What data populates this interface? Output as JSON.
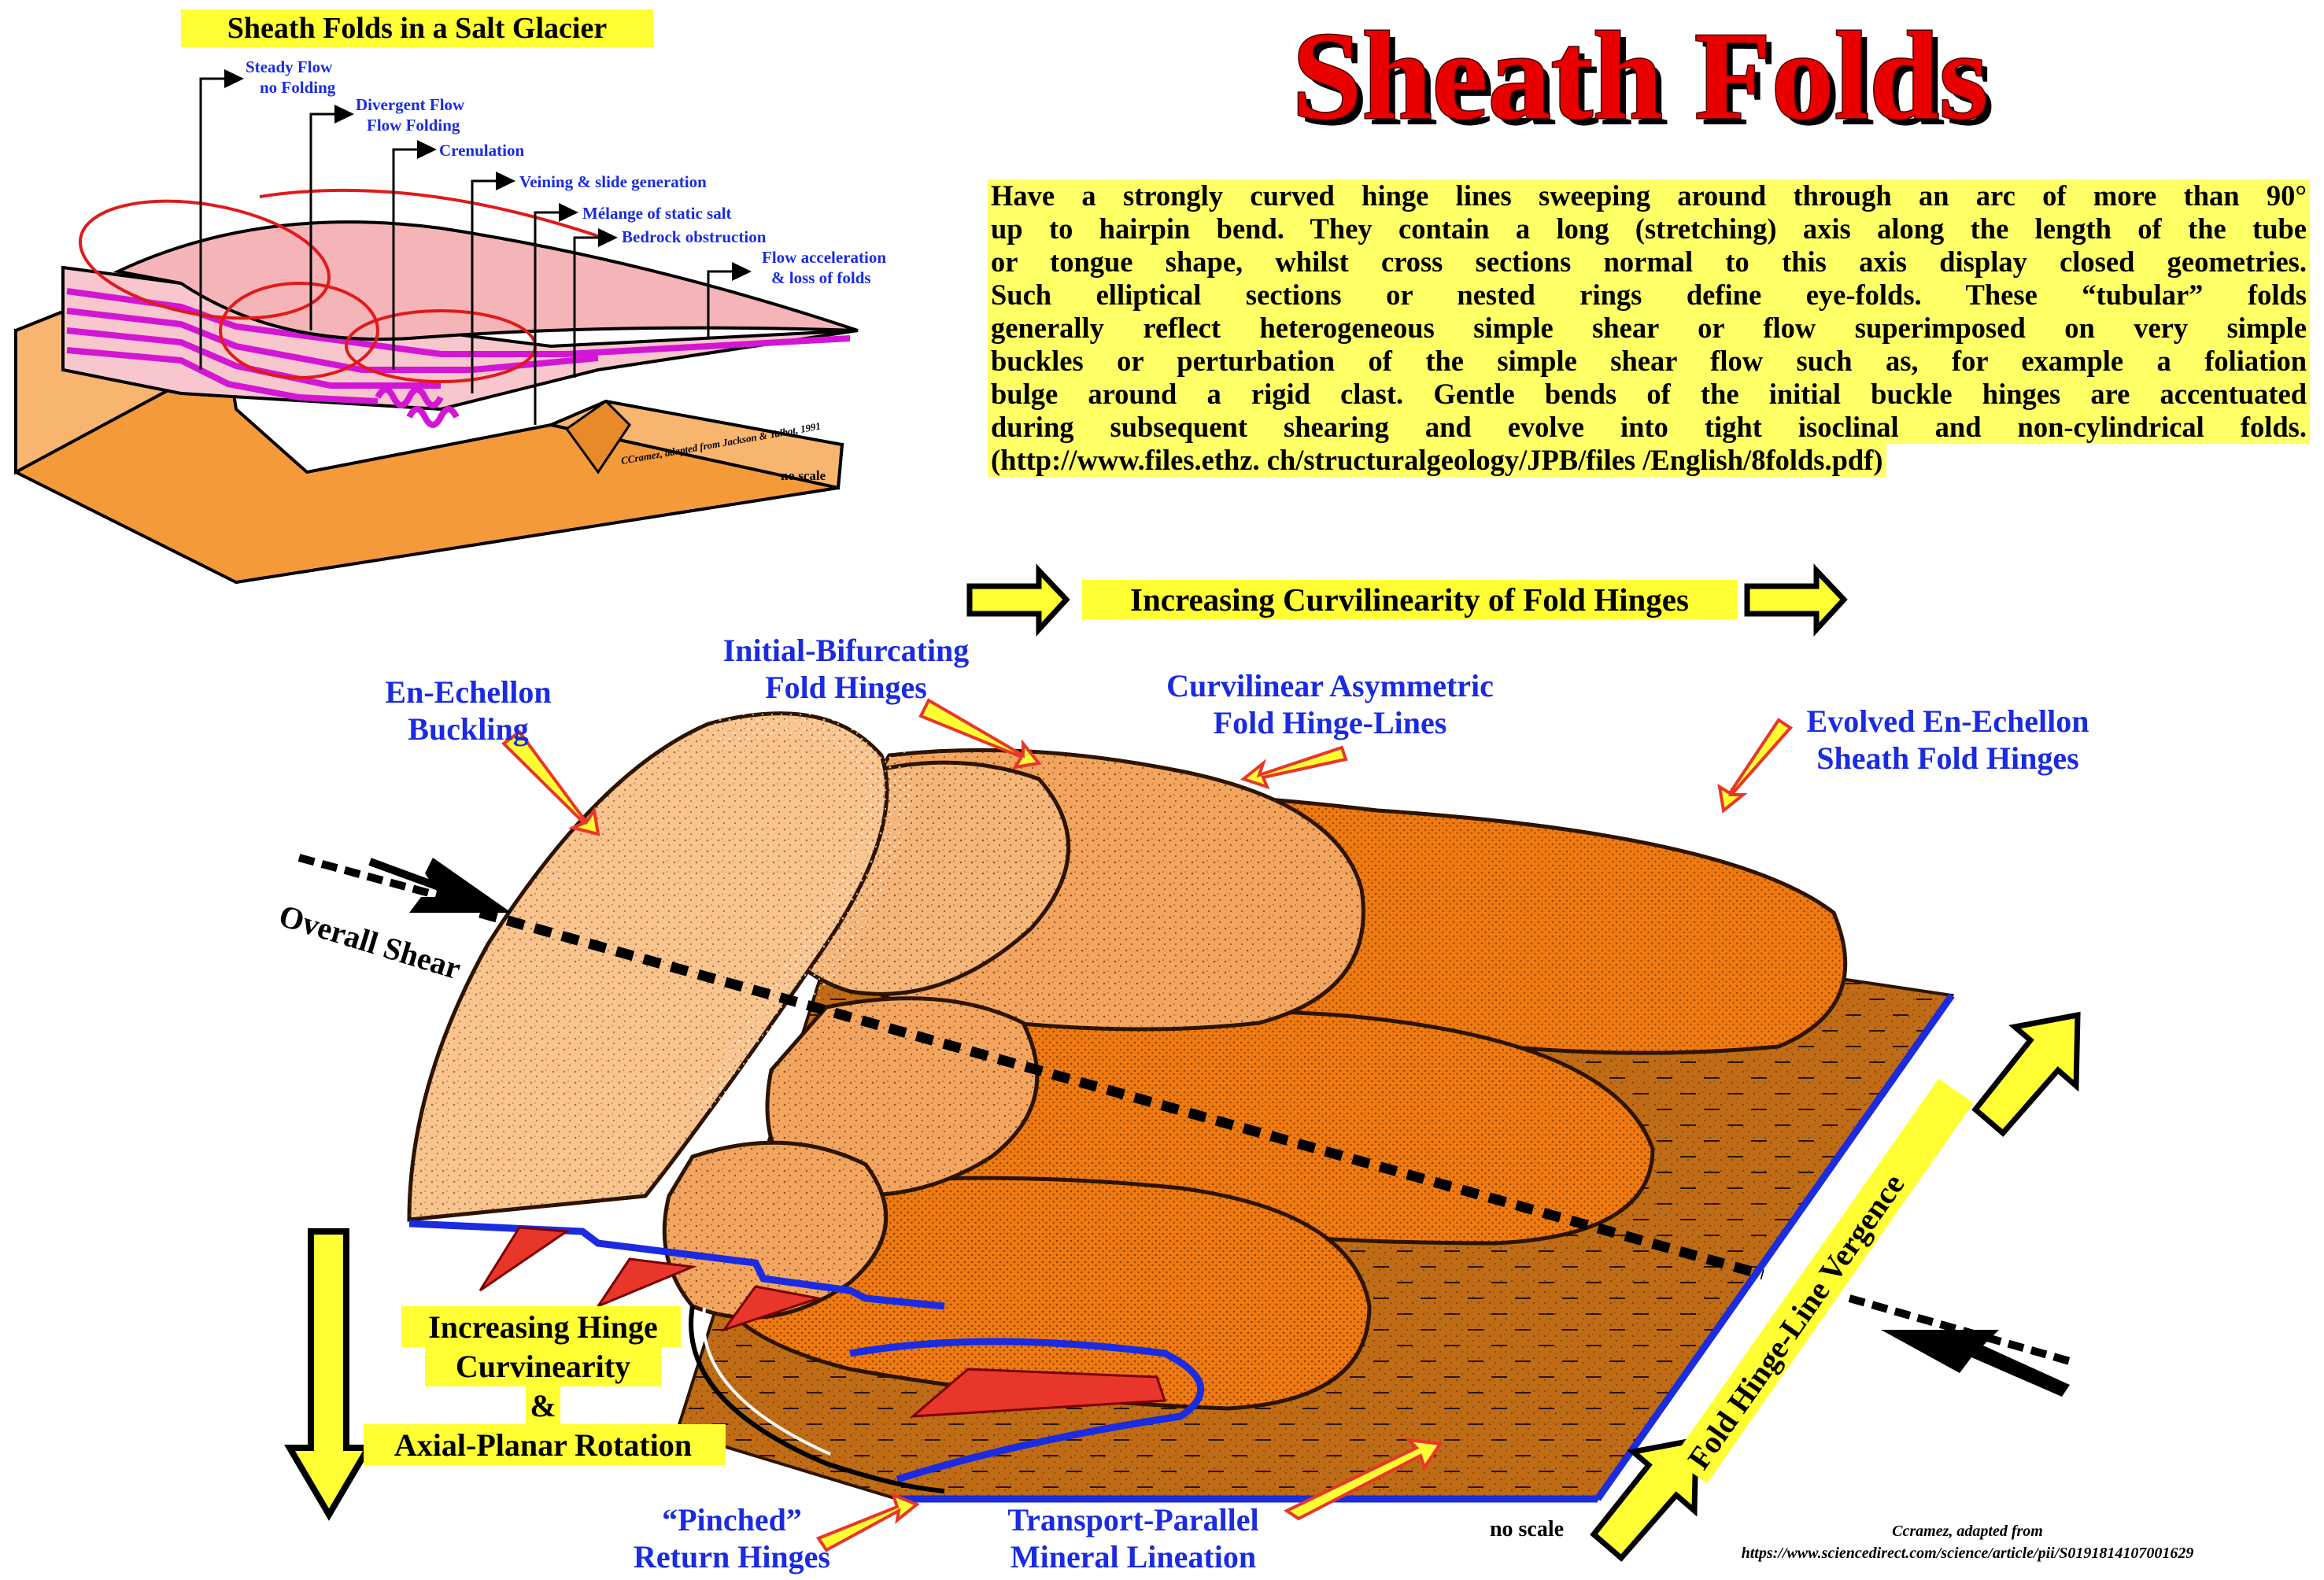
{
  "title": "Sheath Folds",
  "description_lines": [
    "Have a strongly curved hinge lines sweeping around through an arc of more than 90°",
    "up to hairpin bend. They contain a long (stretching) axis along the length of the tube",
    "or tongue shape, whilst cross sections normal to this axis display closed geometries.",
    "Such elliptical sections or nested rings define eye-folds. These “tubular” folds",
    "generally reflect heterogeneous simple shear or flow superimposed on very simple",
    "buckles or perturbation of the simple shear flow such as, for example a foliation",
    "bulge around a rigid clast. Gentle bends of the initial buckle hinges are accentuated",
    "during subsequent shearing and evolve into tight isoclinal and non-cylindrical folds.",
    "(http://www.files.ethz. ch/structuralgeology/JPB/files /English/8folds.pdf)"
  ],
  "glacier": {
    "title": "Sheath Folds in a Salt Glacier",
    "labels": {
      "steady_flow_1": "Steady Flow",
      "steady_flow_2": "no Folding",
      "divergent_1": "Divergent Flow",
      "divergent_2": "Flow Folding",
      "crenulation": "Crenulation",
      "veining": "Veining & slide generation",
      "melange": "Mélange of static salt",
      "bedrock": "Bedrock obstruction",
      "flow_acc_1": "Flow acceleration",
      "flow_acc_2": "& loss of folds"
    },
    "credit": "CCramez, adapted from Jackson & Talbot, 1991",
    "no_scale": "no scale"
  },
  "main": {
    "curvilinearity": "Increasing Curvilinearity of Fold Hinges",
    "en_echellon_1": "En-Echellon",
    "en_echellon_2": "Buckling",
    "initial_1": "Initial-Bifurcating",
    "initial_2": "Fold Hinges",
    "curvilinear_1": "Curvilinear Asymmetric",
    "curvilinear_2": "Fold Hinge-Lines",
    "evolved_1": "Evolved En-Echellon",
    "evolved_2": "Sheath Fold Hinges",
    "overall_shear": "Overall Shear",
    "increasing_1": "Increasing Hinge",
    "increasing_2": "Curvinearity",
    "increasing_3": "&",
    "increasing_4": "Axial-Planar Rotation",
    "pinched_1": "“Pinched”",
    "pinched_2": "Return Hinges",
    "transport_1": "Transport-Parallel",
    "transport_2": "Mineral Lineation",
    "vergence": "Fold Hinge-Line Vergence",
    "no_scale": "no scale",
    "credit_1": "Ccramez, adapted from",
    "credit_2": "https://www.sciencedirect.com/science/article/pii/S0191814107001629"
  },
  "colors": {
    "title_red": "#e80000",
    "label_blue": "#1a2be0",
    "highlight_yellow": "#ffff33",
    "fold_light": "#f9c48e",
    "fold_mid": "#f3a560",
    "fold_orange": "#f07a10",
    "plane_brown": "#bf6a14",
    "salt_magenta": "#d316d3",
    "base_orange": "#f59a3a"
  }
}
